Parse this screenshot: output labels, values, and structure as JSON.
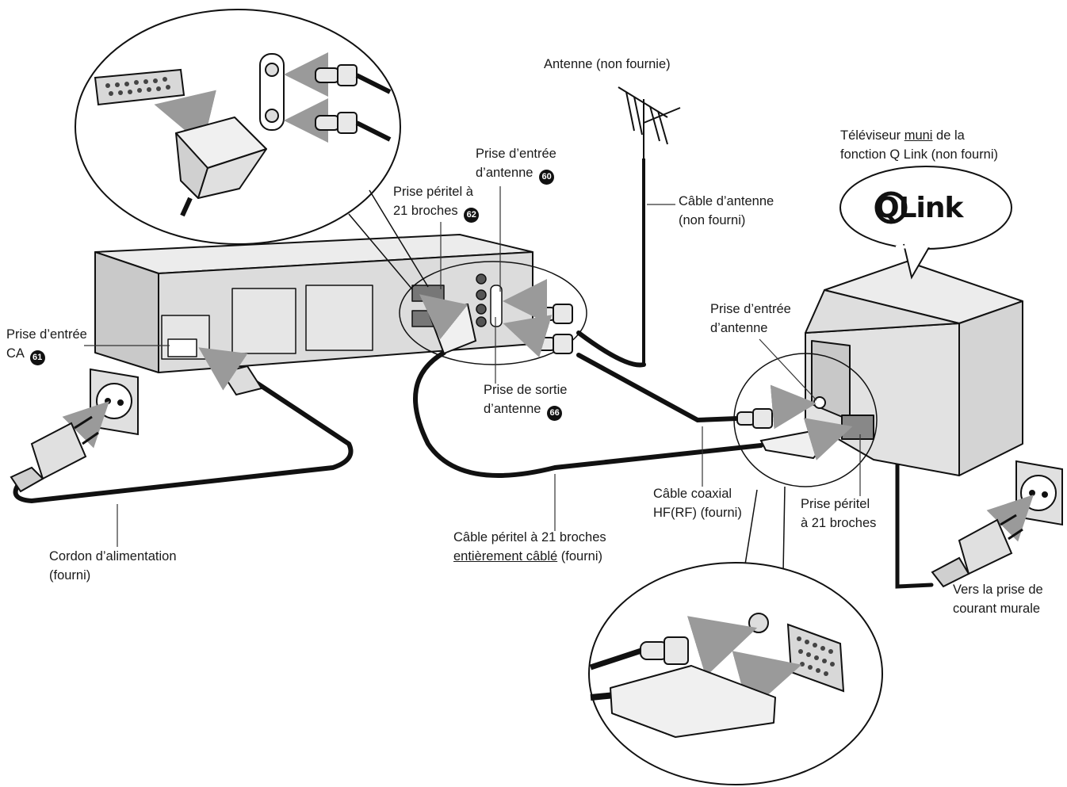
{
  "labels": {
    "antenna": "Antenne (non fournie)",
    "tv_line1_a": "Téléviseur ",
    "tv_line1_u": "muni",
    "tv_line1_b": " de la",
    "tv_line2": "fonction Q Link (non fourni)",
    "antenna_input_l1": "Prise d’entrée",
    "antenna_input_l2": "d’antenne",
    "antenna_input_num": "60",
    "scart21_l1": "Prise péritel à",
    "scart21_l2": "21 broches",
    "scart21_num": "62",
    "antenna_cable_l1": "Câble d’antenne",
    "antenna_cable_l2": "(non fourni)",
    "tv_antenna_input_l1": "Prise d’entrée",
    "tv_antenna_input_l2": "d’antenne",
    "ac_input_l1": "Prise d’entrée",
    "ac_input_l2": "CA",
    "ac_input_num": "61",
    "antenna_output_l1": "Prise de sortie",
    "antenna_output_l2": "d’antenne",
    "antenna_output_num": "66",
    "coax_l1": "Câble coaxial",
    "coax_l2": "HF(RF) (fourni)",
    "tv_scart_l1": "Prise péritel",
    "tv_scart_l2": "à 21 broches",
    "scart_cable_l1": "Câble péritel à 21 broches",
    "scart_cable_l2_u": "entièrement câblé",
    "scart_cable_l2_b": " (fourni)",
    "power_cord_l1": "Cordon d’alimentation",
    "power_cord_l2": "(fourni)",
    "wall_l1": "Vers la prise de",
    "wall_l2": "courant murale",
    "qlink_logo": "QLink"
  },
  "colors": {
    "line": "#111111",
    "fill_light": "#ececec",
    "fill_mid": "#d4d4d4",
    "fill_dark": "#b8b8b8",
    "arrow": "#9a9a9a"
  }
}
